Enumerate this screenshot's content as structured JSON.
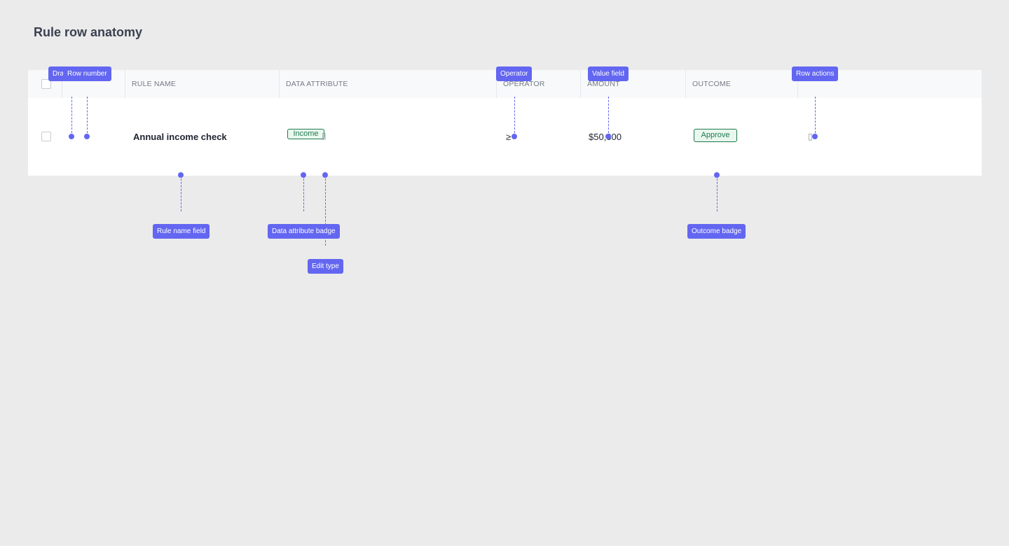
{
  "page": {
    "title": "Rule row anatomy"
  },
  "table": {
    "columns": [
      "RULE NAME",
      "DATA ATTRIBUTE",
      "OPERATOR",
      "AMOUNT",
      "OUTCOME"
    ],
    "row": {
      "rule_name": "Annual income check",
      "data_attribute": "Income",
      "operator": "≥",
      "amount": "$50,000",
      "outcome": "Approve"
    }
  },
  "annotations": {
    "drag_handle": "Drag handle",
    "row_number": "Row number",
    "operator": "Operator",
    "value_field": "Value field",
    "row_actions": "Row actions",
    "rule_name_field": "Rule name field",
    "data_attribute_badge": "Data attribute badge",
    "edit_type": "Edit type",
    "outcome_badge": "Outcome badge"
  },
  "colors": {
    "annotation": "#6366f1",
    "badge_green": "#1f7a4d",
    "badge_green_bg": "#e9f7ef"
  },
  "icons": [
    "checkbox-icon",
    "edit-type-icon",
    "row-actions-icon"
  ]
}
